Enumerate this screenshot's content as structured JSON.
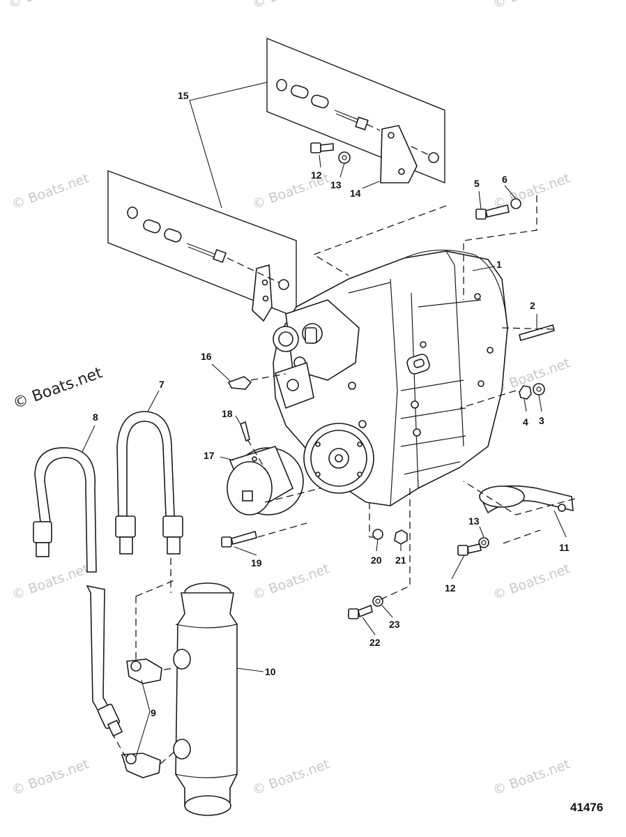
{
  "diagram": {
    "figure_number": "41476",
    "watermark_text": "© Boats.net",
    "callouts": {
      "c1": "1",
      "c2": "2",
      "c3": "3",
      "c4": "4",
      "c5": "5",
      "c6": "6",
      "c7": "7",
      "c8": "8",
      "c9": "9",
      "c10": "10",
      "c11": "11",
      "c12a": "12",
      "c12b": "12",
      "c13a": "13",
      "c13b": "13",
      "c14": "14",
      "c15": "15",
      "c16": "16",
      "c17": "17",
      "c18": "18",
      "c19": "19",
      "c20": "20",
      "c21": "21",
      "c22": "22",
      "c23": "23"
    }
  },
  "colors": {
    "line": "#1a1a1a",
    "watermark": "#c8c8c8",
    "background": "#ffffff"
  }
}
